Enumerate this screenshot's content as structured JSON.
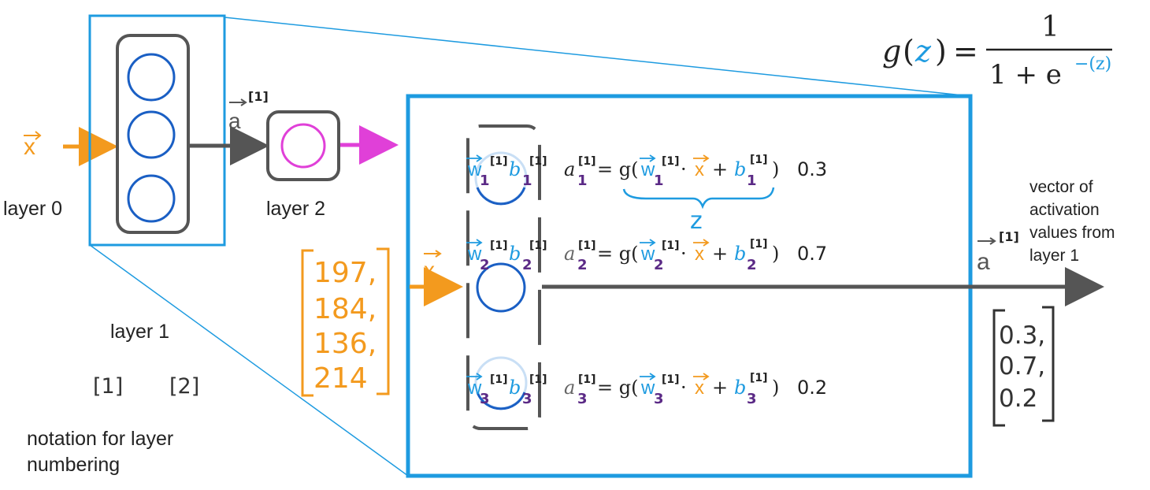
{
  "colors": {
    "orange": "#F39A1E",
    "blue": "#1E9BE0",
    "dark_blue": "#1A5FC4",
    "purple": "#5B2A86",
    "magenta": "#E040D8",
    "gray": "#555555",
    "dark": "#222222"
  },
  "input_symbol": "x",
  "activation_symbol": "a",
  "superscript_1": "[1]",
  "layer_labels": {
    "layer0": "layer 0",
    "layer1": "layer 1",
    "layer2": "layer 2"
  },
  "notation": {
    "example_1": "[1]",
    "example_2": "[2]",
    "caption_line1": "notation for layer",
    "caption_line2": "numbering"
  },
  "sigmoid": {
    "lhs_g": "g",
    "lhs_z": "z",
    "equals": "=",
    "numerator": "1",
    "denominator_prefix": "1 + e",
    "exponent": "−(z)"
  },
  "input_vector": [
    "197,",
    "184,",
    "136,",
    "214"
  ],
  "neurons": [
    {
      "w": "w",
      "b": "b",
      "sub": "1",
      "sup": "[1]",
      "a": "a",
      "eq": "= g(",
      "dot": "·",
      "plus": "+",
      "close": ")",
      "value": "0.3"
    },
    {
      "w": "w",
      "b": "b",
      "sub": "2",
      "sup": "[1]",
      "a": "a",
      "eq": "= g(",
      "dot": "·",
      "plus": "+",
      "close": ")",
      "value": "0.7"
    },
    {
      "w": "w",
      "b": "b",
      "sub": "3",
      "sup": "[1]",
      "a": "a",
      "eq": "= g(",
      "dot": "·",
      "plus": "+",
      "close": ")",
      "value": "0.2"
    }
  ],
  "z_brace_label": "z",
  "output_vector": [
    "0.3,",
    "0.7,",
    "0.2"
  ],
  "output_caption": [
    "vector of",
    "activation",
    "values from",
    "layer 1"
  ]
}
